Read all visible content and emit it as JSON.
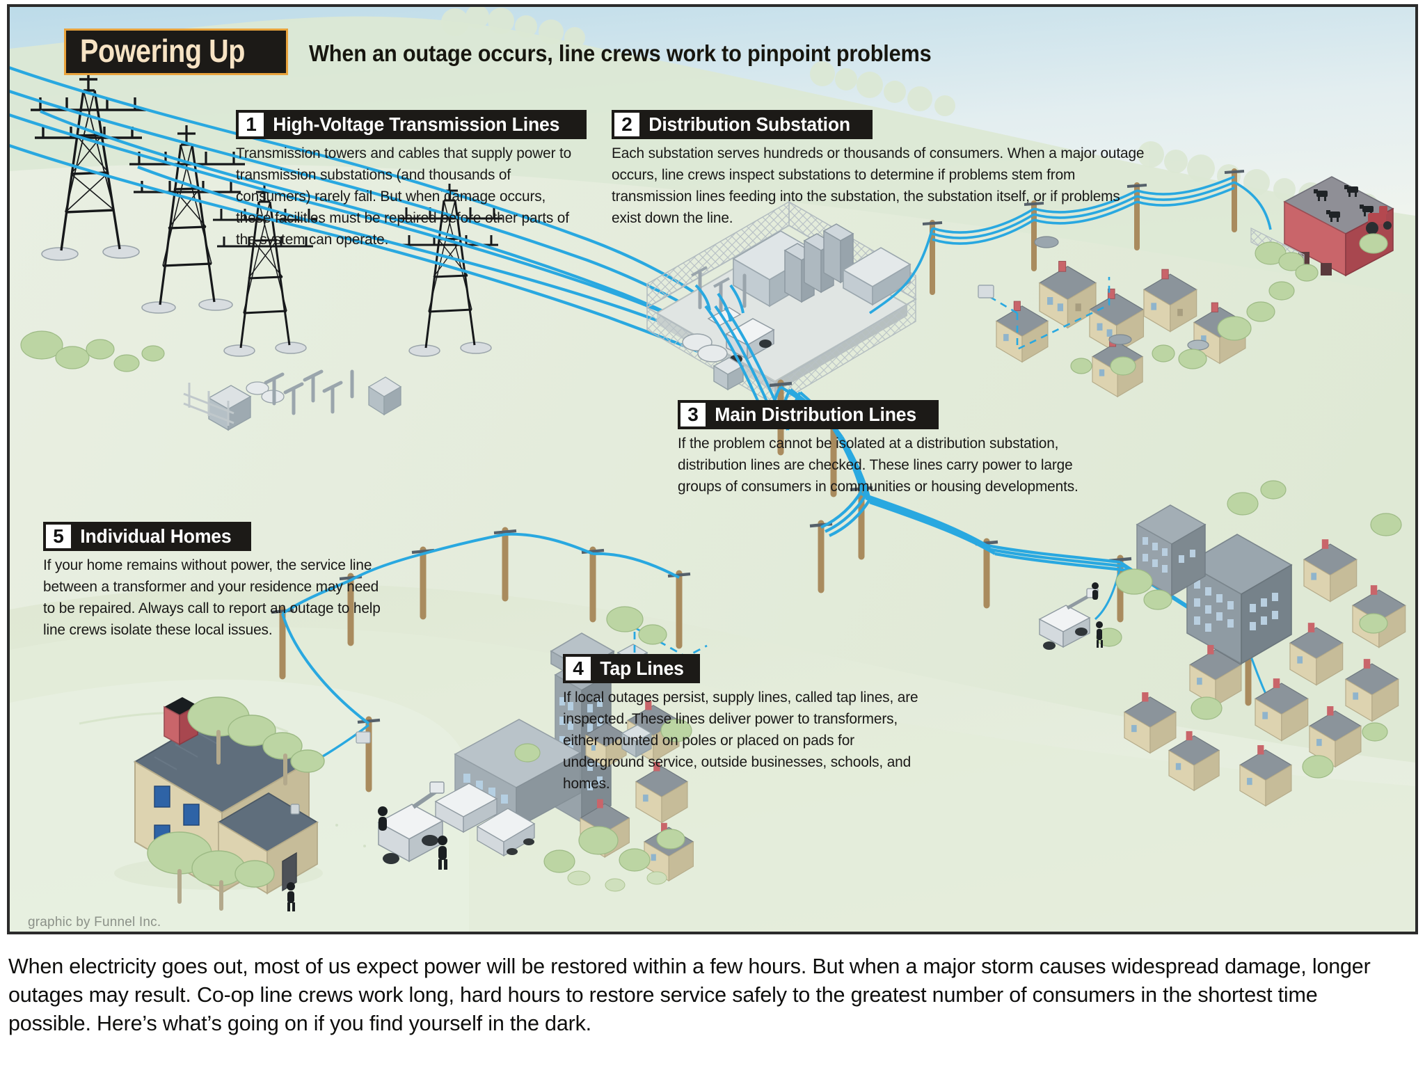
{
  "header": {
    "badge_title": "Powering Up",
    "subtitle": "When an outage occurs, line crews work to pinpoint problems"
  },
  "steps": [
    {
      "number": "1",
      "title": "High-Voltage Transmission Lines",
      "body": "Transmission towers and cables that supply power to transmission substations (and thousands of consumers) rarely fail. But when damage occurs, these facilities must be repaired before other parts of the system can operate."
    },
    {
      "number": "2",
      "title": "Distribution Substation",
      "body": "Each substation serves hundreds or thousands of consumers. When a major outage occurs, line crews inspect substations to determine if problems stem from transmission lines feeding into the substation, the substation itself, or if problems exist down the line."
    },
    {
      "number": "3",
      "title": "Main Distribution Lines",
      "body": "If the problem cannot be isolated at a distribution substation, distribution lines are checked. These lines carry power to large groups of consumers in communities or housing developments."
    },
    {
      "number": "4",
      "title": "Tap Lines",
      "body": "If local outages persist, supply lines, called tap lines, are inspected. These lines deliver power to transformers, either mounted on poles or placed on pads for underground service, outside businesses, schools, and homes."
    },
    {
      "number": "5",
      "title": "Individual Homes",
      "body": "If your home remains without power, the service line between a transformer and your residence may need to be repaired. Always call to report an outage to help line crews isolate these local issues."
    }
  ],
  "credit": "graphic by Funnel Inc.",
  "caption": "When electricity goes out, most of us expect power will be restored within a few hours. But when a major storm causes widespread damage, longer outages may result. Co-op line crews work long, hard hours to restore service safely to the greatest number of consumers in the shortest time possible. Here’s what’s going on if you find yourself in the dark.",
  "colors": {
    "badge_background": "#1c1a17",
    "badge_border": "#e8a33d",
    "badge_text": "#f7e3c4",
    "header_bar": "#1c1a17",
    "power_line": "#29a8e0",
    "sky_top": "#bfdcea",
    "ground_light": "#eef2ea",
    "ground_mid": "#dbe6d2",
    "ground_dark": "#cfdec4",
    "tree_green": "#bcd5a3",
    "barn_red": "#c9656a",
    "roof_gray": "#6e7c89",
    "house_tan": "#ddd3b0",
    "tower_black": "#16181a",
    "pole_brown": "#a98b5e",
    "building_gray": "#9aa6ae",
    "credit_text": "#8b9188"
  }
}
